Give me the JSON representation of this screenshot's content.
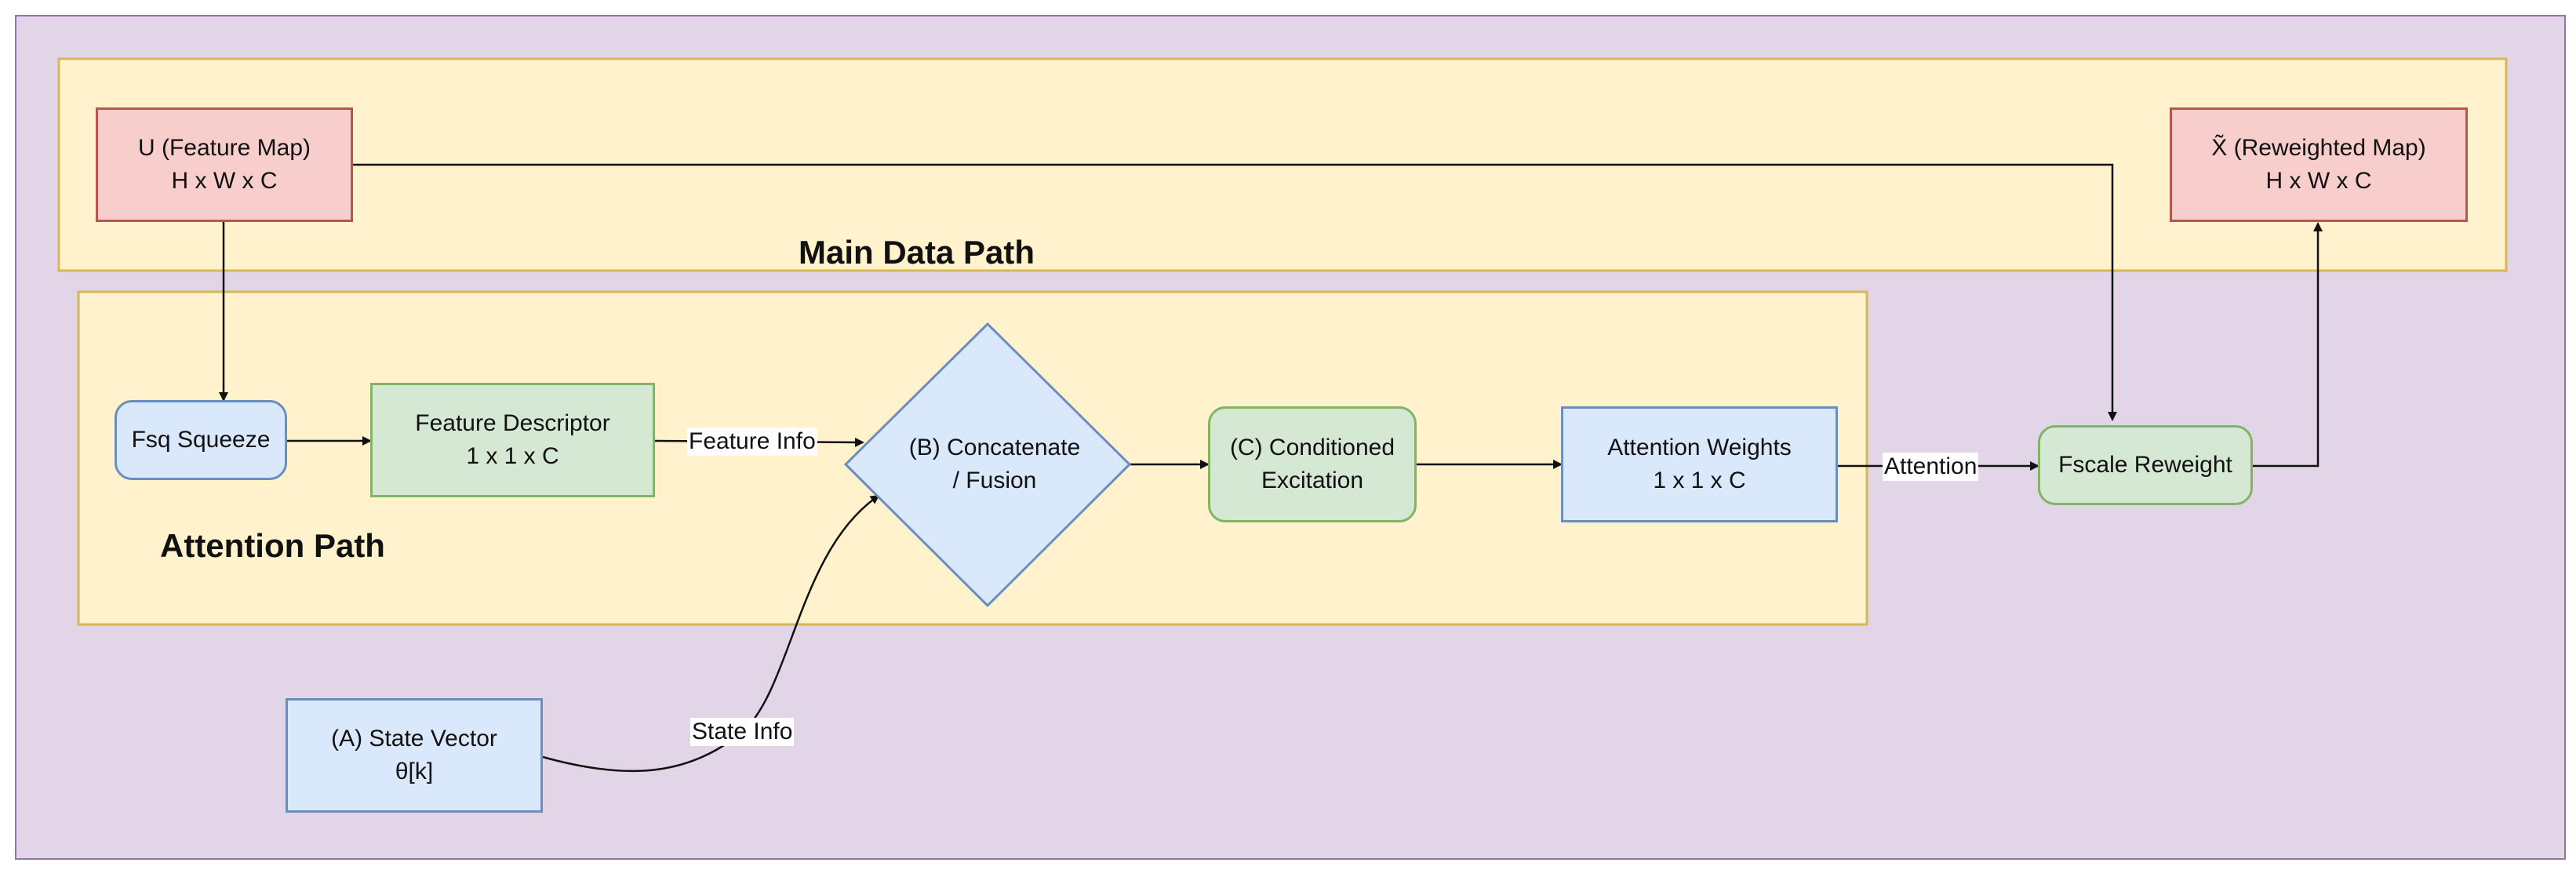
{
  "groups": {
    "main": {
      "label": "Main Data Path"
    },
    "attention": {
      "label": "Attention Path"
    }
  },
  "nodes": {
    "u_feature_map": {
      "line1": "U (Feature Map)",
      "line2": "H x W x C"
    },
    "x_reweighted_map": {
      "line1": "X̃ (Reweighted Map)",
      "line2": "H x W x C"
    },
    "fsq_squeeze": {
      "label": "Fsq Squeeze"
    },
    "feature_descriptor": {
      "line1": "Feature Descriptor",
      "line2": "1 x 1 x C"
    },
    "concatenate_fusion": {
      "line1": "(B) Concatenate",
      "line2": "/ Fusion"
    },
    "conditioned_excitation": {
      "line1": "(C) Conditioned",
      "line2": "Excitation"
    },
    "attention_weights": {
      "line1": "Attention Weights",
      "line2": "1 x 1 x C"
    },
    "fscale_reweight": {
      "label": "Fscale Reweight"
    },
    "state_vector": {
      "line1": "(A) State Vector",
      "line2": "θ[k]"
    }
  },
  "edges": {
    "feature_info": "Feature Info",
    "attention": "Attention",
    "state_info": "State Info"
  },
  "colors": {
    "background": "#e1d5e7",
    "background_border": "#9673a6",
    "group_fill": "#fff2cc",
    "group_border": "#d6b656",
    "red_fill": "#f8cecc",
    "green_fill": "#d5e8d4",
    "blue_fill": "#dae8fc",
    "edge": "#111111"
  }
}
